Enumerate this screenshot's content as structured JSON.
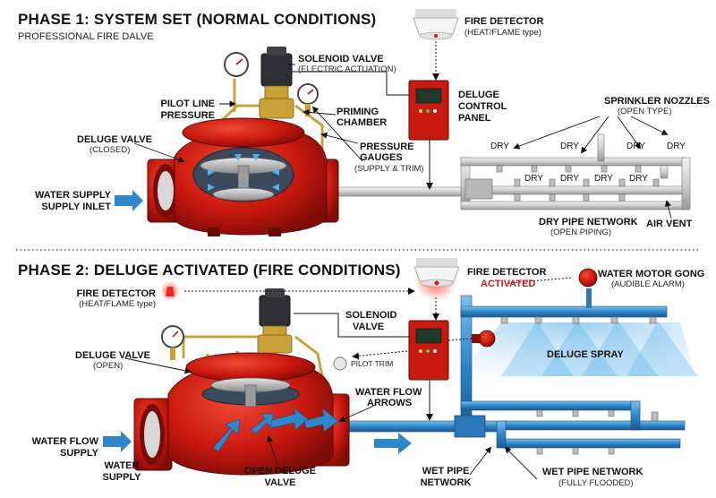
{
  "phase1": {
    "title": "PHASE 1: SYSTEM SET (NORMAL CONDITIONS)",
    "subtitle": "PROFESSIONAL FIRE DALVE",
    "labels": {
      "fire_detector": "FIRE DETECTOR",
      "fire_detector_sub": "(HEAT/FLAME type)",
      "solenoid": "SOLENOID VALVE",
      "solenoid_sub": "(ELECTRIC ACTUATION)",
      "pilot_line_1": "PILOT LINE",
      "pilot_line_2": "PRESSURE",
      "deluge_control_1": "DELUGE",
      "deluge_control_2": "CONTROL",
      "deluge_control_3": "PANEL",
      "sprinkler_nozzles": "SPRINKLER NOZZLES",
      "sprinkler_nozzles_sub": "(OPEN TYPE)",
      "deluge_valve": "DELUGE VALVE",
      "deluge_valve_sub": "(CLOSED)",
      "priming_1": "PRIMING",
      "priming_2": "CHAMBER",
      "pressure_1": "PRESSURE",
      "pressure_2": "GAUGES",
      "pressure_sub": "(SUPPLY & TRIM)",
      "water_supply_1": "WATER SUPPLY",
      "water_supply_2": "SUPPLY INLET",
      "dry_pipe": "DRY PIPE NETWORK",
      "dry_pipe_sub": "(OPEN PIPING)",
      "air_vent": "AIR VENT",
      "dry": "DRY"
    }
  },
  "phase2": {
    "title": "PHASE 2: DELUGE ACTIVATED (FIRE CONDITIONS)",
    "labels": {
      "fire_detector": "FIRE DETECTOR",
      "activated": "ACTIVATED",
      "gong": "WATER MOTOR GONG",
      "gong_sub": "(AUDIBLE ALARM)",
      "fire_detector_left": "FIRE DETECTOR",
      "fire_detector_left_sub": "(HEAT/FLAME type)",
      "solenoid_1": "SOLENOID",
      "solenoid_2": "VALVE",
      "deluge_valve": "DELUGE VALVE",
      "deluge_valve_sub": "(OPEN)",
      "pilot_trim": "PILOT TRIM",
      "deluge_spray": "DELUGE SPRAY",
      "water_flow_arrows_1": "WATER FLOW",
      "water_flow_arrows_2": "ARROWS",
      "water_flow_supply_1": "WATER FLOW",
      "water_flow_supply_2": "SUPPLY",
      "water_supply_1": "WATER",
      "water_supply_2": "SUPPLY",
      "open_deluge_1": "OPEN DELUGE",
      "open_deluge_2": "VALVE",
      "wet_pipe_1": "WET PIPE",
      "wet_pipe_2": "NETWORK",
      "wet_network": "WET PIPE NETWORK",
      "wet_network_sub": "(FULLY FLOODED)"
    }
  },
  "colors": {
    "valve_red": "#c81a10",
    "water_blue": "#2f86c8",
    "pipe_grey": "#cfcfcf",
    "brass": "#c9a23a",
    "alert_red": "#d01818"
  }
}
